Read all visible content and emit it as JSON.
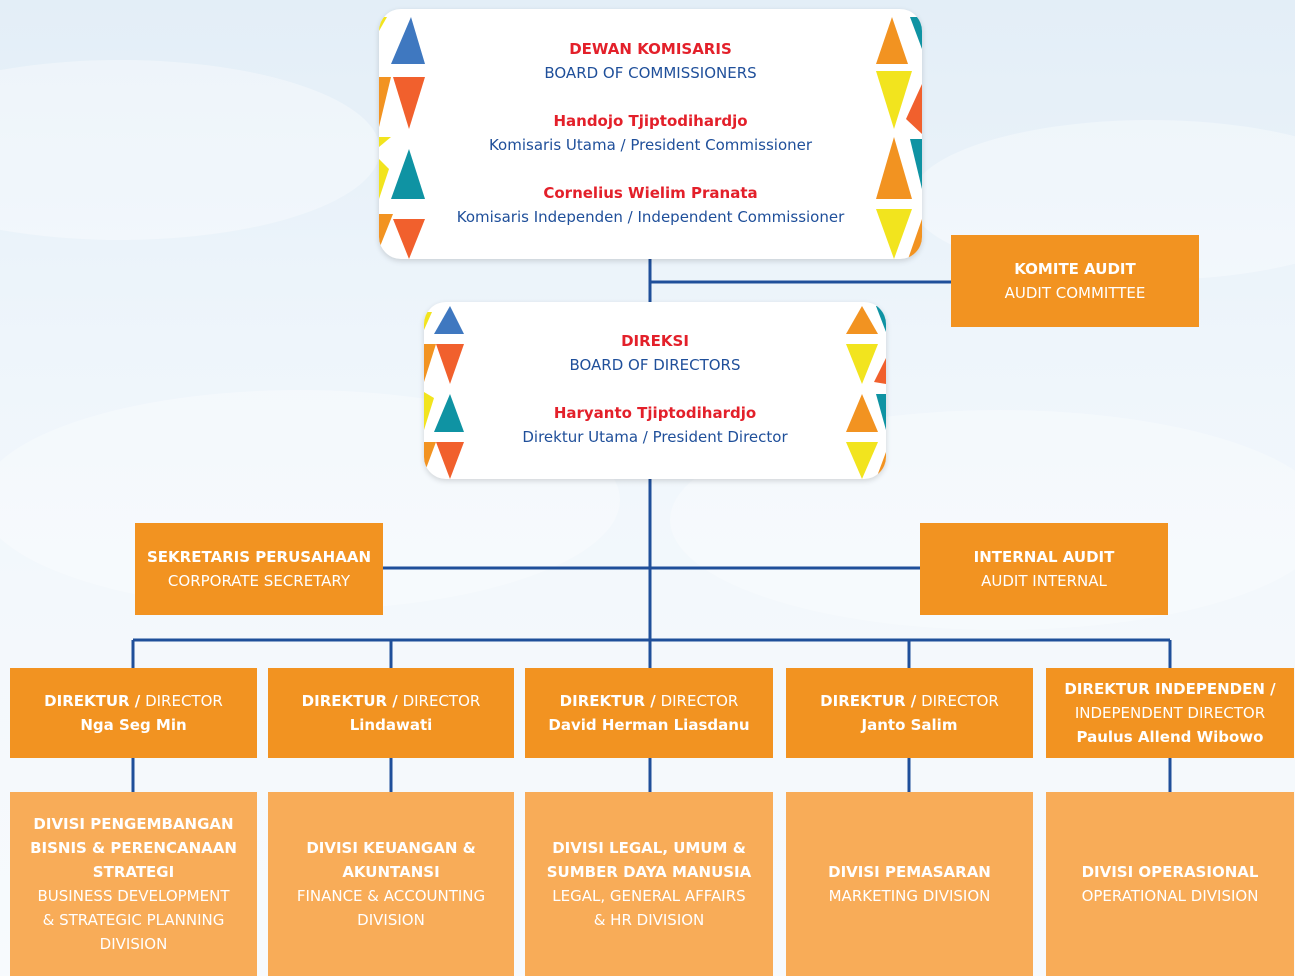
{
  "board_commissioners": {
    "title_id": "DEWAN KOMISARIS",
    "title_en": "BOARD OF COMMISSIONERS",
    "members": [
      {
        "name": "Handojo Tjiptodihardjo",
        "role": "Komisaris Utama / President Commissioner"
      },
      {
        "name": "Cornelius Wielim Pranata",
        "role": "Komisaris Independen / Independent Commissioner"
      }
    ]
  },
  "audit_committee": {
    "title_id": "KOMITE AUDIT",
    "title_en": "AUDIT COMMITTEE"
  },
  "board_directors": {
    "title_id": "DIREKSI",
    "title_en": "BOARD OF DIRECTORS",
    "member": {
      "name": "Haryanto Tjiptodihardjo",
      "role": "Direktur Utama / President Director"
    }
  },
  "corporate_secretary": {
    "title_id": "SEKRETARIS PERUSAHAAN",
    "title_en": "CORPORATE SECRETARY"
  },
  "internal_audit": {
    "title_id": "INTERNAL AUDIT",
    "title_en": "AUDIT INTERNAL"
  },
  "directors": [
    {
      "label_id": "DIREKTUR /",
      "label_en": "DIRECTOR",
      "name": "Nga Seg Min"
    },
    {
      "label_id": "DIREKTUR /",
      "label_en": "DIRECTOR",
      "name": "Lindawati"
    },
    {
      "label_id": "DIREKTUR /",
      "label_en": "DIRECTOR",
      "name": "David Herman Liasdanu"
    },
    {
      "label_id": "DIREKTUR /",
      "label_en": "DIRECTOR",
      "name": "Janto Salim"
    },
    {
      "label_id": "DIREKTUR INDEPENDEN /",
      "label_en": "INDEPENDENT DIRECTOR",
      "name": "Paulus Allend Wibowo"
    }
  ],
  "divisions": [
    {
      "title_id": [
        "DIVISI PENGEMBANGAN",
        "BISNIS & PERENCANAAN",
        "STRATEGI"
      ],
      "title_en": [
        "BUSINESS DEVELOPMENT",
        "& STRATEGIC PLANNING",
        "DIVISION"
      ]
    },
    {
      "title_id": [
        "DIVISI KEUANGAN &",
        "AKUNTANSI"
      ],
      "title_en": [
        "FINANCE & ACCOUNTING",
        "DIVISION"
      ]
    },
    {
      "title_id": [
        "DIVISI LEGAL, UMUM &",
        "SUMBER DAYA MANUSIA"
      ],
      "title_en": [
        "LEGAL, GENERAL AFFAIRS",
        "& HR DIVISION"
      ]
    },
    {
      "title_id": [
        "DIVISI PEMASARAN"
      ],
      "title_en": [
        "MARKETING DIVISION"
      ]
    },
    {
      "title_id": [
        "DIVISI OPERASIONAL"
      ],
      "title_en": [
        "OPERATIONAL DIVISION"
      ]
    }
  ],
  "colors": {
    "connector": "#1f4f9a",
    "box_primary": "#f29321",
    "box_division": "#f8ac58",
    "title_red": "#e3202a",
    "text_blue": "#1f4f9a",
    "triangle_palette": [
      "#3f78c0",
      "#f1602d",
      "#f29321",
      "#f2e41e",
      "#0f93a3"
    ]
  }
}
